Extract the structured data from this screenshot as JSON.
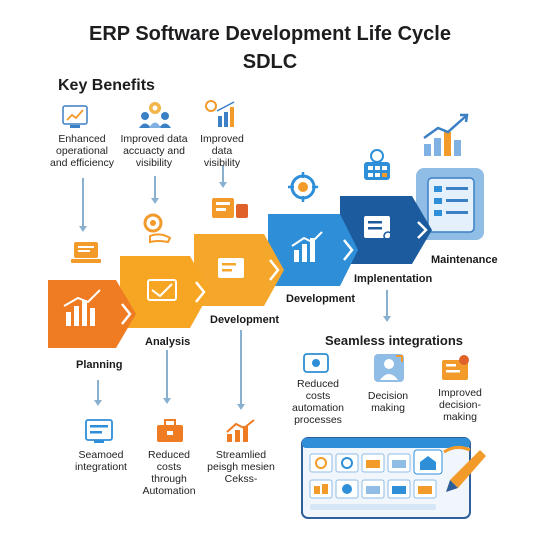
{
  "title_line1": "ERP Software Development Life Cycle",
  "title_line2": "SDLC",
  "key_benefits": {
    "heading": "Key Benefits",
    "items": [
      "Enhanced operational and efficiency",
      "Improved data accuacty and visibility",
      "Improved data visibility"
    ]
  },
  "stages": [
    {
      "label": "Planning",
      "color": "#ef7b22"
    },
    {
      "label": "Analysis",
      "color": "#f6a623"
    },
    {
      "label": "Development",
      "color": "#f5a72c"
    },
    {
      "label": "Development",
      "color": "#2e8fd8"
    },
    {
      "label": "Implenentation",
      "color": "#1c5b9e"
    },
    {
      "label": "Maintenance",
      "color": "#8fbde6"
    }
  ],
  "bottom_benefits": [
    "Seamoed integrationt",
    "Reduced costs through Automation",
    "Streamlied peisgh mesien Cekss-"
  ],
  "seamless": {
    "heading": "Seamless integrations",
    "items": [
      "Reduced costs automation processes",
      "Decision making",
      "Improved decision-making"
    ]
  },
  "icons": {
    "benefit1": "chart-icon",
    "benefit2": "people-gear-icon",
    "benefit3": "growth-chart-icon",
    "planning": "growth-chart-icon",
    "analysis": "clipboard-check-icon",
    "development": "code-window-icon",
    "development2": "bar-chart-icon",
    "implementation": "server-search-icon",
    "maintenance": "checklist-screen-icon"
  }
}
